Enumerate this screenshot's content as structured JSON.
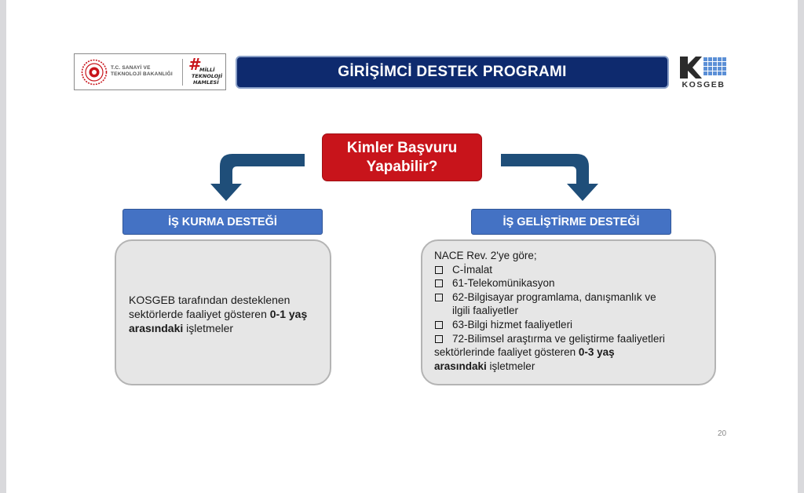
{
  "header": {
    "ministry_line1": "T.C. SANAYİ VE",
    "ministry_line2": "TEKNOLOJİ BAKANLIĞI",
    "mth_hash": "#",
    "mth_line1": "MİLLİ",
    "mth_line2": "TEKNOLOJİ",
    "mth_line3": "HAMLESİ",
    "title": "GİRİŞİMCİ DESTEK PROGRAMI",
    "kosgeb_label": "KOSGEB"
  },
  "question": {
    "line1": "Kimler Başvuru",
    "line2": "Yapabilir?"
  },
  "left": {
    "heading": "İŞ KURMA DESTEĞİ",
    "text_part1": "KOSGEB tarafından desteklenen sektörlerde faaliyet gösteren ",
    "text_bold": "0-1 yaş arasındaki",
    "text_part2": " işletmeler"
  },
  "right": {
    "heading": "İŞ GELİŞTİRME DESTEĞİ",
    "intro": "NACE Rev. 2'ye göre;",
    "items": [
      "C-İmalat",
      "61-Telekomünikasyon",
      "62-Bilgisayar programlama, danışmanlık ve",
      "63-Bilgi hizmet faaliyetleri",
      "72-Bilimsel araştırma ve geliştirme faaliyetleri"
    ],
    "item3_continuation": "ilgili faaliyetler",
    "tail_part1": "sektörlerinde faaliyet gösteren ",
    "tail_bold1": "0-3 yaş",
    "tail_bold2": "arasındaki",
    "tail_part2": " işletmeler"
  },
  "footer": {
    "page_number": "20"
  },
  "colors": {
    "title_bar": "#0e2a6e",
    "question_red": "#c8141b",
    "heading_blue": "#4472c4",
    "arrow_blue": "#1f4e79",
    "box_gray": "#e6e6e6"
  }
}
